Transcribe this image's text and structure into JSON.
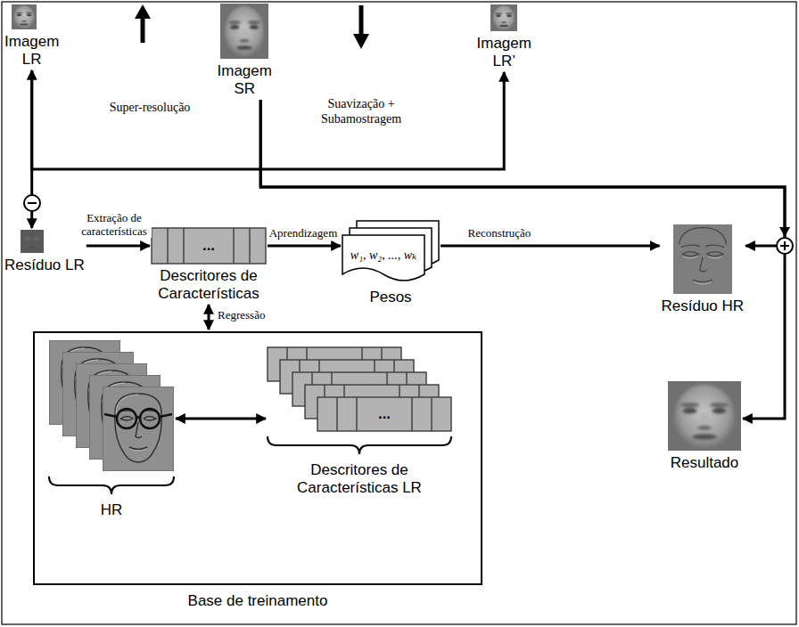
{
  "diagram": {
    "nodes": [
      {
        "text": [
          "Imagem LR"
        ]
      },
      {
        "text": [
          "Imagem SR"
        ]
      },
      {
        "text": [
          "Imagem LR’"
        ]
      },
      {
        "text": [
          "Resíduo LR"
        ]
      },
      {
        "text": [
          "...",
          "Descritores de Características"
        ]
      },
      {
        "text": [
          "w₁, w₂, ..., wₖ",
          "Pesos"
        ]
      },
      {
        "text": [
          "Resíduo HR"
        ]
      },
      {
        "text": [
          "Base de treinamento"
        ]
      },
      {
        "text": [
          "HR"
        ],
        "in": 7
      },
      {
        "text": [
          "...",
          "Descritores de Características LR"
        ],
        "in": 7
      },
      {
        "text": [
          "Resultado"
        ]
      }
    ],
    "edges": [
      {
        "from": 0,
        "to": 2,
        "arrow": "both"
      },
      {
        "from": 0,
        "to": 3,
        "arrow": "to"
      },
      {
        "from": 1,
        "to": 6,
        "arrow": "to"
      },
      {
        "from": 1,
        "to": 10,
        "arrow": "to"
      },
      {
        "from": 3,
        "to": 4,
        "label": "Extração de características",
        "arrow": "to"
      },
      {
        "from": 4,
        "to": 5,
        "label": "Aprendizagem",
        "arrow": "to"
      },
      {
        "from": 5,
        "to": 6,
        "label": "Reconstrução",
        "arrow": "to"
      },
      {
        "from": 4,
        "to": 7,
        "label": "Regressão",
        "arrow": "both"
      },
      {
        "from": 8,
        "to": 9,
        "arrow": "both"
      }
    ],
    "labels": [
      "Super-resolução",
      "Suavização + Subamostragem"
    ]
  }
}
